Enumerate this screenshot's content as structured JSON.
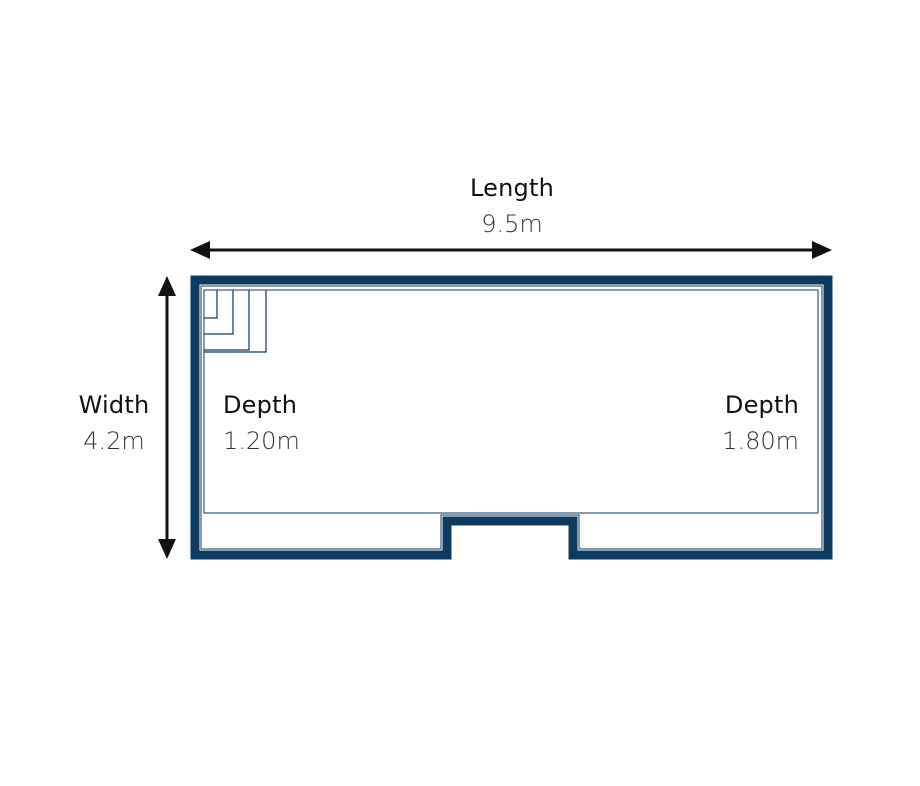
{
  "diagram": {
    "length": {
      "label": "Length",
      "value": "9.5m"
    },
    "width": {
      "label": "Width",
      "value": "4.2m"
    },
    "depth_shallow": {
      "label": "Depth",
      "value": "1.20m"
    },
    "depth_deep": {
      "label": "Depth",
      "value": "1.80m"
    }
  },
  "colors": {
    "pool_outline": "#0f3a5f",
    "arrow": "#111111",
    "text": "#111111"
  }
}
